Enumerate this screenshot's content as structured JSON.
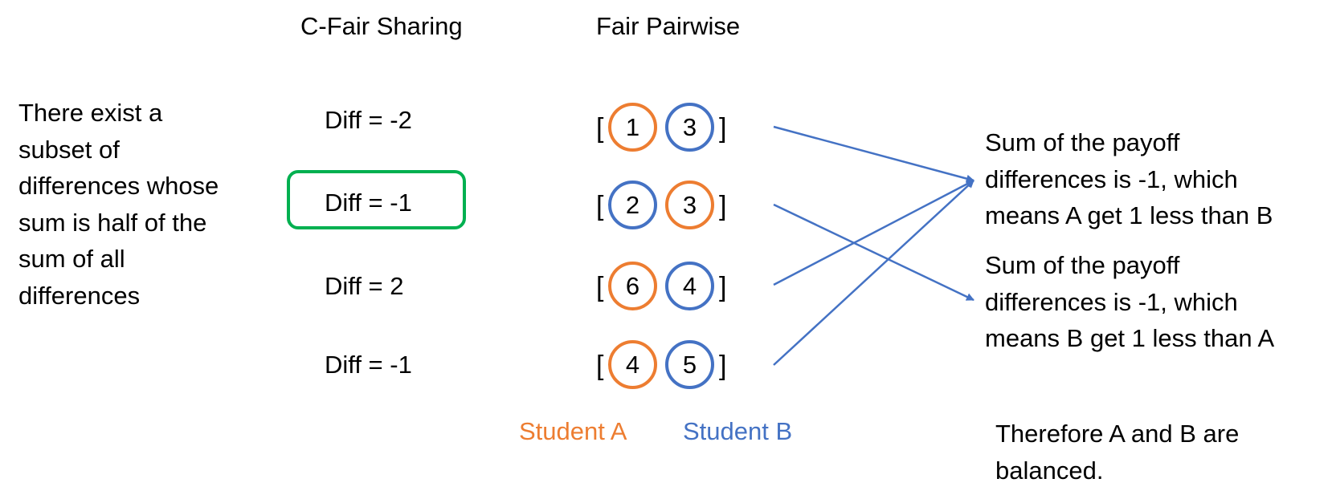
{
  "headings": {
    "left": "C-Fair Sharing",
    "right": "Fair Pairwise"
  },
  "left_note": "There exist a\nsubset of\ndifferences whose\nsum is half of the\nsum of all\ndifferences",
  "diffs": [
    "Diff = -2",
    "Diff = -1",
    "Diff = 2",
    "Diff = -1"
  ],
  "highlighted_diff_index": 1,
  "brackets": {
    "open": "[",
    "close": "]"
  },
  "pairs": [
    {
      "first": {
        "value": "1",
        "student": "A"
      },
      "second": {
        "value": "3",
        "student": "B"
      }
    },
    {
      "first": {
        "value": "2",
        "student": "B"
      },
      "second": {
        "value": "3",
        "student": "A"
      }
    },
    {
      "first": {
        "value": "6",
        "student": "A"
      },
      "second": {
        "value": "4",
        "student": "B"
      }
    },
    {
      "first": {
        "value": "4",
        "student": "A"
      },
      "second": {
        "value": "5",
        "student": "B"
      }
    }
  ],
  "legend": {
    "student_a": "Student A",
    "student_b": "Student B"
  },
  "results": [
    "Sum of the payoff\ndifferences is -1, which\nmeans A get 1 less than B",
    "Sum of the payoff\ndifferences is -1, which\nmeans B get 1 less than A"
  ],
  "conclusion": "Therefore A and B are\nbalanced.",
  "connections": [
    {
      "from_pair": 0,
      "to_result": 0
    },
    {
      "from_pair": 1,
      "to_result": 1
    },
    {
      "from_pair": 2,
      "to_result": 0
    },
    {
      "from_pair": 3,
      "to_result": 0
    }
  ],
  "colors": {
    "student_a": "#ed7d31",
    "student_b": "#4472c4",
    "highlight": "#00b050",
    "arrow": "#4472c4",
    "text": "#000000"
  }
}
